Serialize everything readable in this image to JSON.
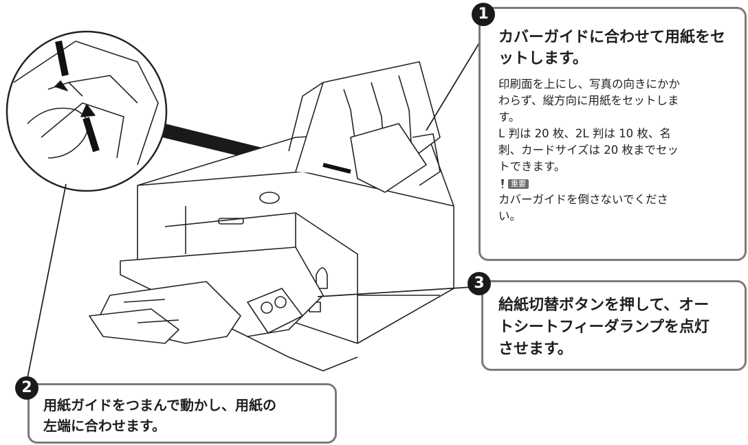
{
  "step1": {
    "number": "1",
    "headline": "カバーガイドに合わせて用紙をセットします。",
    "body_lines": [
      "印刷面を上にし、写真の向きにかか",
      "わらず、縦方向に用紙をセットしま",
      "す。",
      "L 判は 20 枚、2L 判は 10 枚、名",
      "刺、カードサイズは 20 枚までセッ",
      "トできます。"
    ],
    "important_label": "重要",
    "important_lines": [
      "カバーガイドを倒さないでくださ",
      "い。"
    ]
  },
  "step2": {
    "number": "2",
    "headline_lines": [
      "用紙ガイドをつまんで動かし、用紙の",
      "左端に合わせます。"
    ]
  },
  "step3": {
    "number": "3",
    "headline_lines": [
      "給紙切替ボタンを押して、オー",
      "トシートフィーダランプを点灯",
      "させます。"
    ]
  }
}
